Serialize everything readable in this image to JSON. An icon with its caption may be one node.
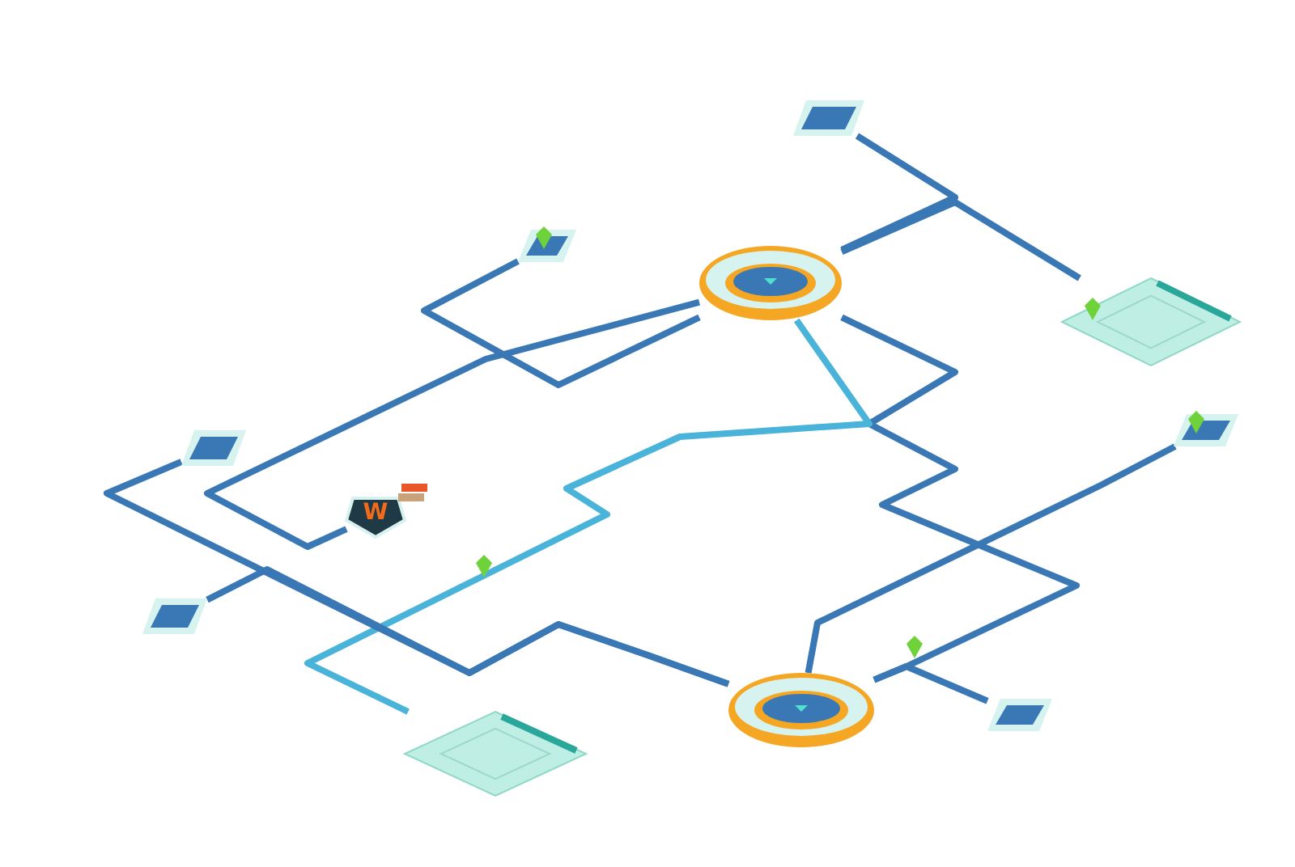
{
  "diagram": {
    "nodes": [
      {
        "text": [],
        "shape": "circle"
      },
      {
        "text": [],
        "shape": "circle"
      },
      {
        "text": [],
        "shape": "diamond"
      },
      {
        "text": [],
        "shape": "diamond"
      },
      {
        "text": [],
        "shape": "box"
      },
      {
        "text": [],
        "shape": "box"
      },
      {
        "text": [],
        "shape": "box"
      },
      {
        "text": [],
        "shape": "box"
      },
      {
        "text": [],
        "shape": "box"
      },
      {
        "text": [],
        "shape": "box"
      },
      {
        "text": [
          "W"
        ]
      }
    ],
    "edges": [
      {
        "from": 0,
        "to": 4,
        "arrow": "none"
      },
      {
        "from": 0,
        "to": 2,
        "arrow": "none"
      },
      {
        "from": 0,
        "to": 5,
        "arrow": "none"
      },
      {
        "from": 0,
        "to": 10,
        "arrow": "none"
      },
      {
        "from": 0,
        "to": 1,
        "arrow": "none"
      },
      {
        "from": 0,
        "to": 3,
        "arrow": "none",
        "color": "#4ab3d9"
      },
      {
        "from": 6,
        "to": 1,
        "arrow": "none"
      },
      {
        "from": 7,
        "to": 1,
        "arrow": "none"
      },
      {
        "from": 1,
        "to": 8,
        "arrow": "none"
      },
      {
        "from": 1,
        "to": 9,
        "arrow": "none"
      }
    ]
  }
}
